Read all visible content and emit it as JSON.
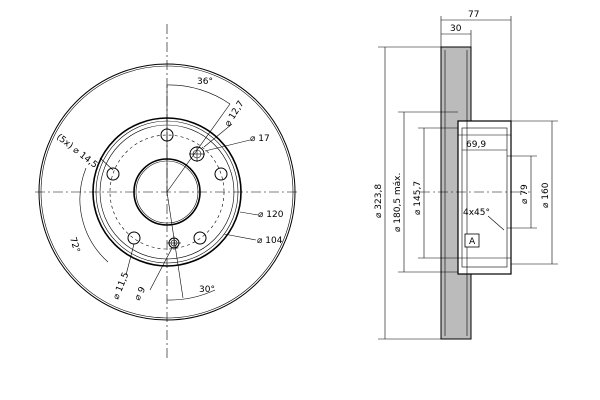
{
  "front_view": {
    "labels": {
      "angle_top": "36°",
      "dia_12_7": "⌀ 12,7",
      "dia_17": "⌀ 17",
      "bolt_5x": "(5x) ⌀ 14,5",
      "dia_120": "⌀ 120",
      "dia_104": "⌀ 104",
      "angle_72": "72°",
      "dia_11_5": "⌀ 11,5",
      "dia_9": "⌀ 9",
      "angle_30": "30°"
    }
  },
  "section_view": {
    "labels": {
      "width_77": "77",
      "width_30": "30",
      "dia_323_8": "⌀ 323,8",
      "dia_180_5": "⌀ 180,5 máx.",
      "dia_145_7": "⌀ 145,7",
      "depth_69_9": "69,9",
      "dia_79": "⌀ 79",
      "dia_160": "⌀ 160",
      "chamfer": "4x45°",
      "datum": "A"
    }
  }
}
